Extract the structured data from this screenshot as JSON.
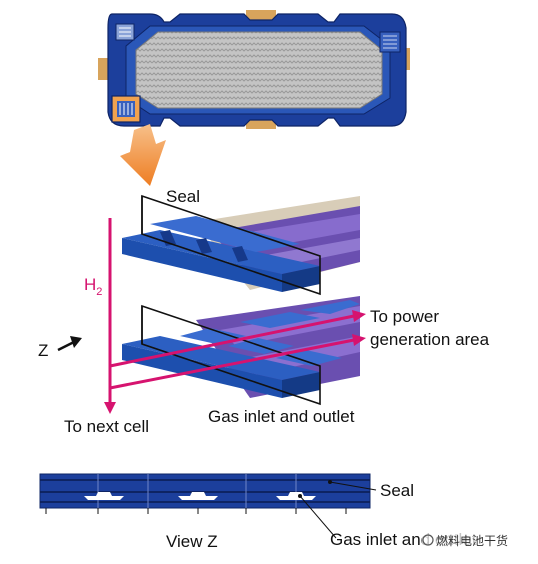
{
  "labels": {
    "seal_top": "Seal",
    "h2_main": "H",
    "h2_sub": "2",
    "to_power": "To power",
    "generation_area": "generation area",
    "z_axis": "Z",
    "to_next_cell": "To next cell",
    "gas_inlet_outlet": "Gas inlet and outlet",
    "seal_view": "Seal",
    "view_z": "View Z",
    "gas_inlet_view": "Gas inlet and outlet"
  },
  "watermark": "燃料电池干货",
  "colors": {
    "plate_blue": "#1c3f9c",
    "seal_blue": "#1d4fae",
    "flow_magenta": "#d6136f",
    "arrow_orange": "#ef8a2e",
    "active_area_gray": "#c7c7c7",
    "port_tan": "#d8a45c"
  }
}
